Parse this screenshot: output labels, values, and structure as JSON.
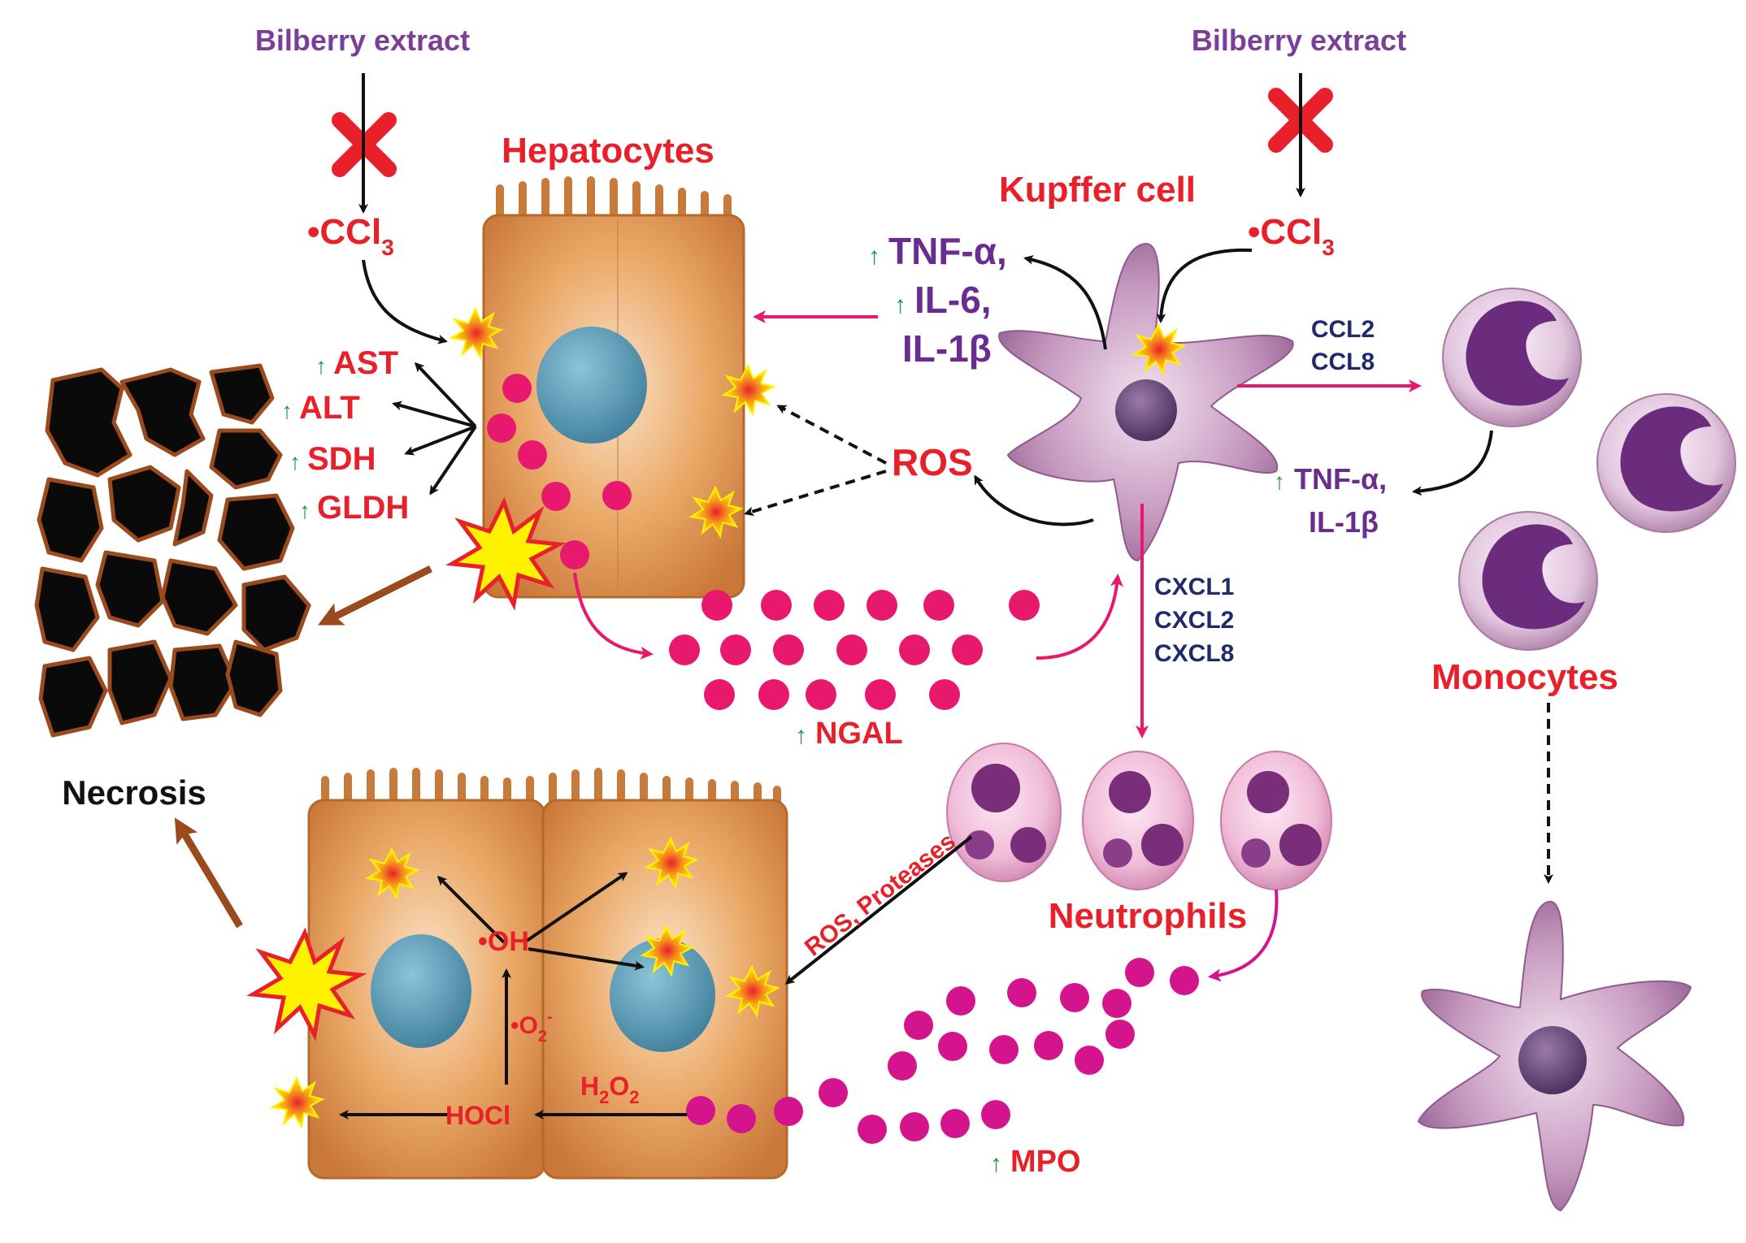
{
  "colors": {
    "red": "#e8202a",
    "pink": "#e8196c",
    "magenta": "#d4148c",
    "purple": "#7b3f97",
    "navy": "#1f2a6b",
    "green": "#1d9c3a",
    "brown": "#9a4a1c",
    "hepatocyte": "#d9904f",
    "nucleus": "#5b9bb5"
  },
  "labels": {
    "bilberry_left": "Bilberry extract",
    "bilberry_right": "Bilberry extract",
    "ccl3_left": "•CCl",
    "ccl3_right": "•CCl",
    "ccl3_sub": "3",
    "hepatocytes": "Hepatocytes",
    "kupffer": "Kupffer cell",
    "tnf_a": "TNF-α,",
    "il6": "IL-6,",
    "il1b": "IL-1β",
    "ros": "ROS",
    "ast": "AST",
    "alt": "ALT",
    "sdh": "SDH",
    "gldh": "GLDH",
    "necrosis": "Necrosis",
    "ngal": "NGAL",
    "ccl2": "CCL2",
    "ccl8": "CCL8",
    "tnf_mono": "TNF-α,",
    "il1b_mono": "IL-1β",
    "cxcl1": "CXCL1",
    "cxcl2": "CXCL2",
    "cxcl8": "CXCL8",
    "monocytes": "Monocytes",
    "neutrophils": "Neutrophils",
    "ros_proteases": "ROS, Proteases",
    "oh": "•OH",
    "o2": "•O",
    "o2_sub": "2",
    "o2_sup": "-",
    "hocl": "HOCl",
    "h2o2_h": "H",
    "h2o2_sub": "2",
    "h2o2_o": "O",
    "h2o2_sub2": "2",
    "mpo": "MPO",
    "up_arrow": "↑"
  }
}
